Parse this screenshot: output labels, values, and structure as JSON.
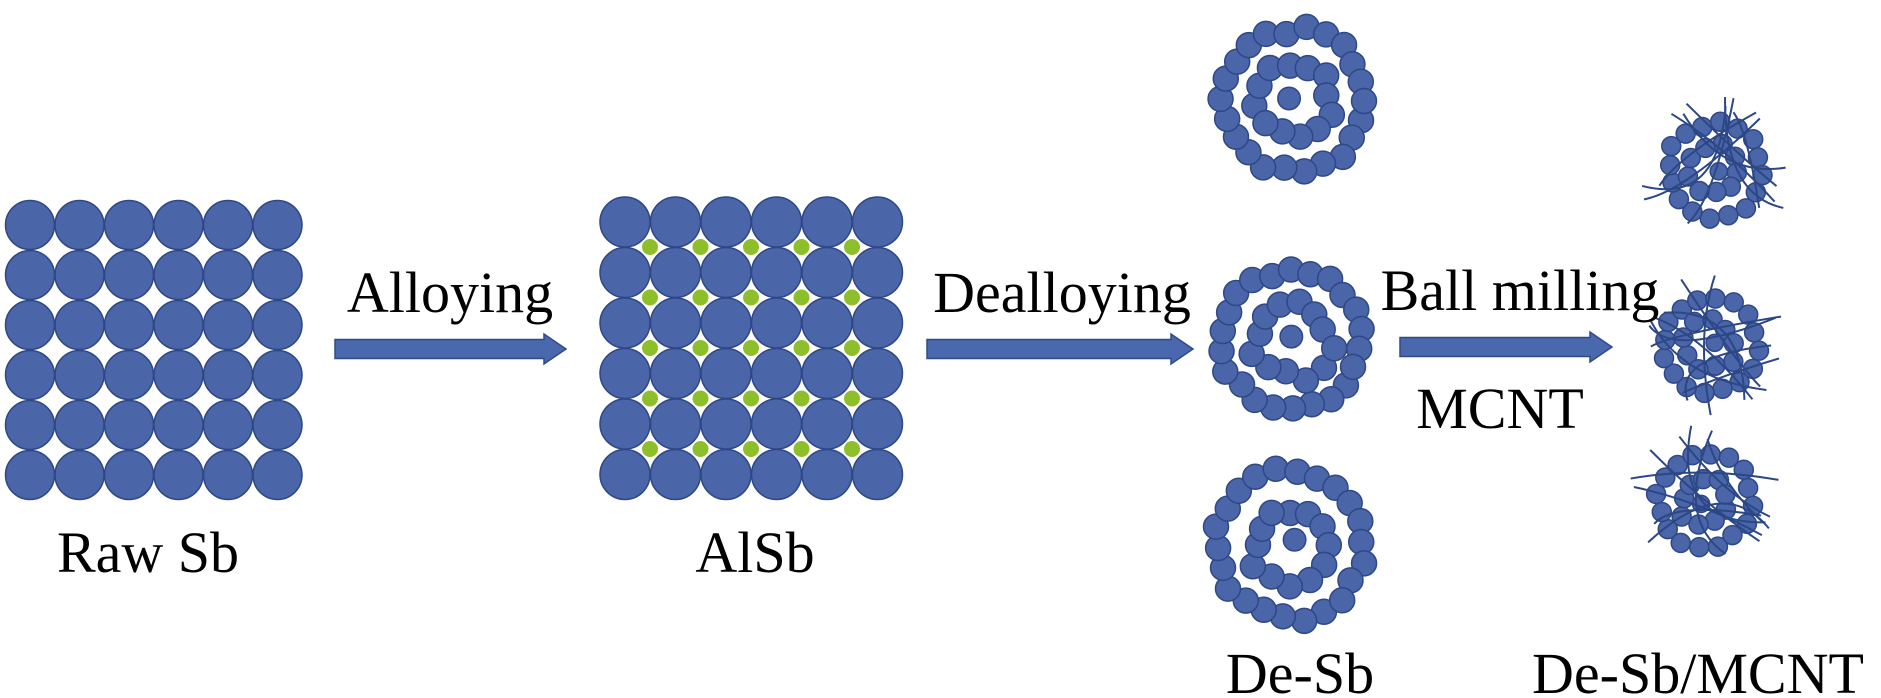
{
  "colors": {
    "particle_fill": "#4a65a8",
    "particle_stroke": "#2e4787",
    "al_dot": "#8dbf2a",
    "arrow": "#4a68ad",
    "arrow_stroke": "#2f4a86",
    "cnt_line": "#2c4786",
    "text": "#000000"
  },
  "stages": {
    "raw": {
      "label": "Raw Sb"
    },
    "alloy": {
      "label": "AlSb"
    },
    "desb": {
      "label": "De-Sb"
    },
    "composite": {
      "label": "De-Sb/MCNT"
    }
  },
  "steps": {
    "alloying": {
      "label": "Alloying"
    },
    "dealloying": {
      "label": "Dealloying"
    },
    "ball_milling": {
      "label": "Ball milling",
      "sublabel": "MCNT"
    }
  }
}
